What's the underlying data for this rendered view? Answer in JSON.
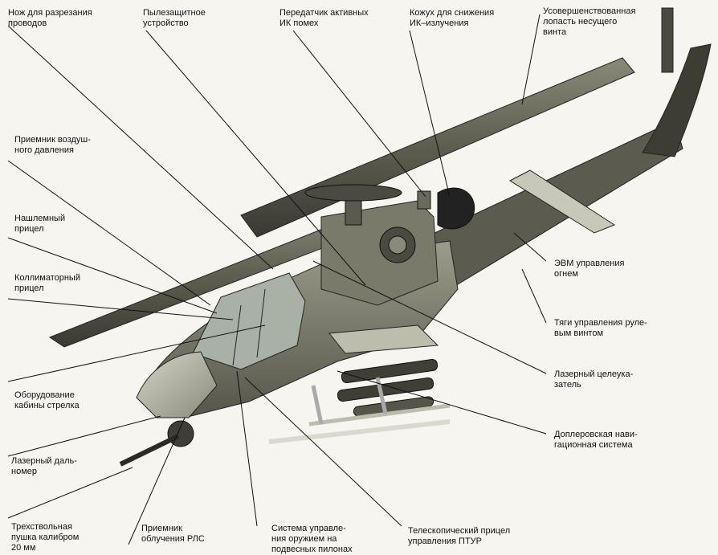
{
  "labels": [
    "Нож для разрезания\nпроводов",
    "Пылезащитное\nустройство",
    "Передатчик активных\nИК помех",
    "Кожух для снижения\nИК–излучения",
    "Усовершенствованная\nлопасть несущего\nвинта",
    "Приемник воздуш-\nного давления",
    "Нашлемный\nприцел",
    "Коллиматорный\nприцел",
    "ЭВМ управления\nогнем",
    "Тяги управления руле-\nвым винтом",
    "Лазерный целеука-\nзатель",
    "Оборудование\nкабины стрелка",
    "Доплеровская нави-\nгационная система",
    "Лазерный даль-\nномер",
    "Трехствольная\nпушка калибром\n20 мм",
    "Приемник\nоблучения РЛС",
    "Система управле-\nния оружием на\nподвесных пилонах",
    "Телескопический прицел\nуправления ПТУР"
  ]
}
